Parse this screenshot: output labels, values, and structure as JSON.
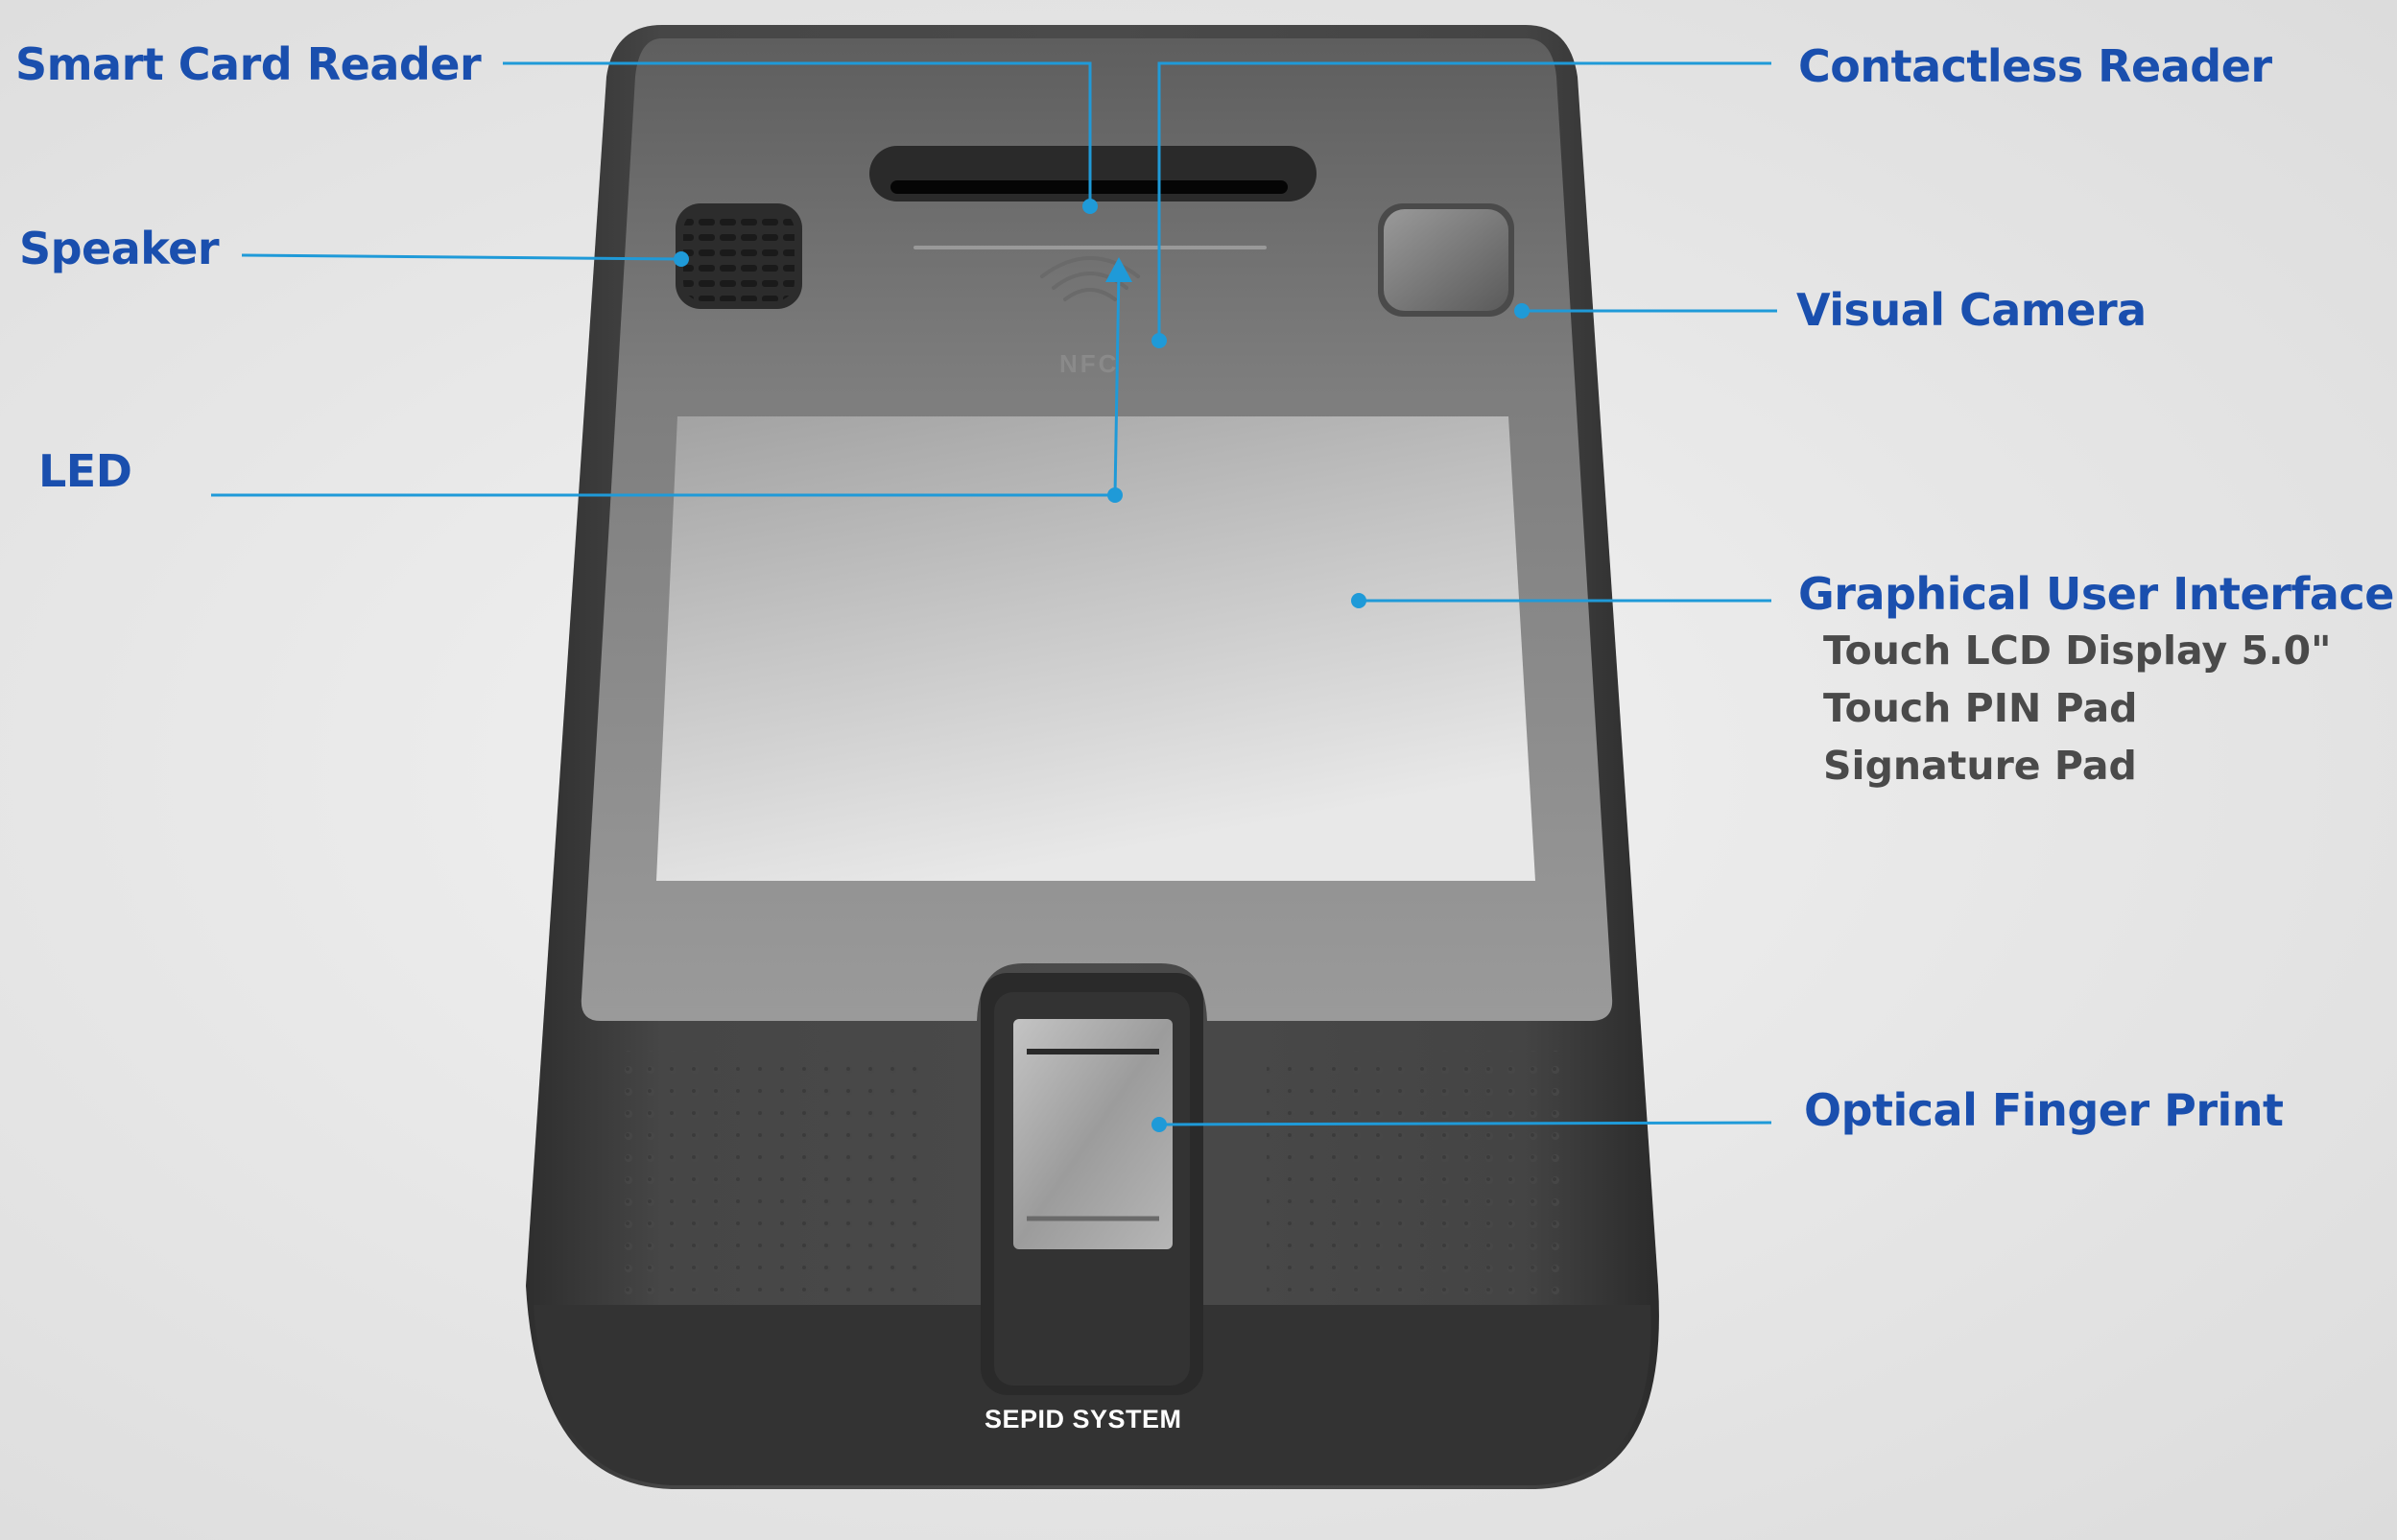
{
  "labels": {
    "smart_card_reader": "Smart Card Reader",
    "contactless_reader": "Contactless Reader",
    "speaker": "Speaker",
    "visual_camera": "Visual Camera",
    "led": "LED",
    "graphical_user_interface": "Graphical User Interface",
    "gui_features": [
      "Touch LCD Display 5.0\"",
      "Touch PIN Pad",
      "Signature Pad"
    ],
    "optical_finger_print": "Optical Finger Print"
  },
  "device": {
    "brand": "SEPID SYSTEM",
    "nfc_mark": "NFC"
  },
  "colors": {
    "label_text": "#1a4fae",
    "sub_text": "#4a4a4a",
    "leader_line": "#1f9ad8",
    "device_body": "#3c3c3c"
  }
}
